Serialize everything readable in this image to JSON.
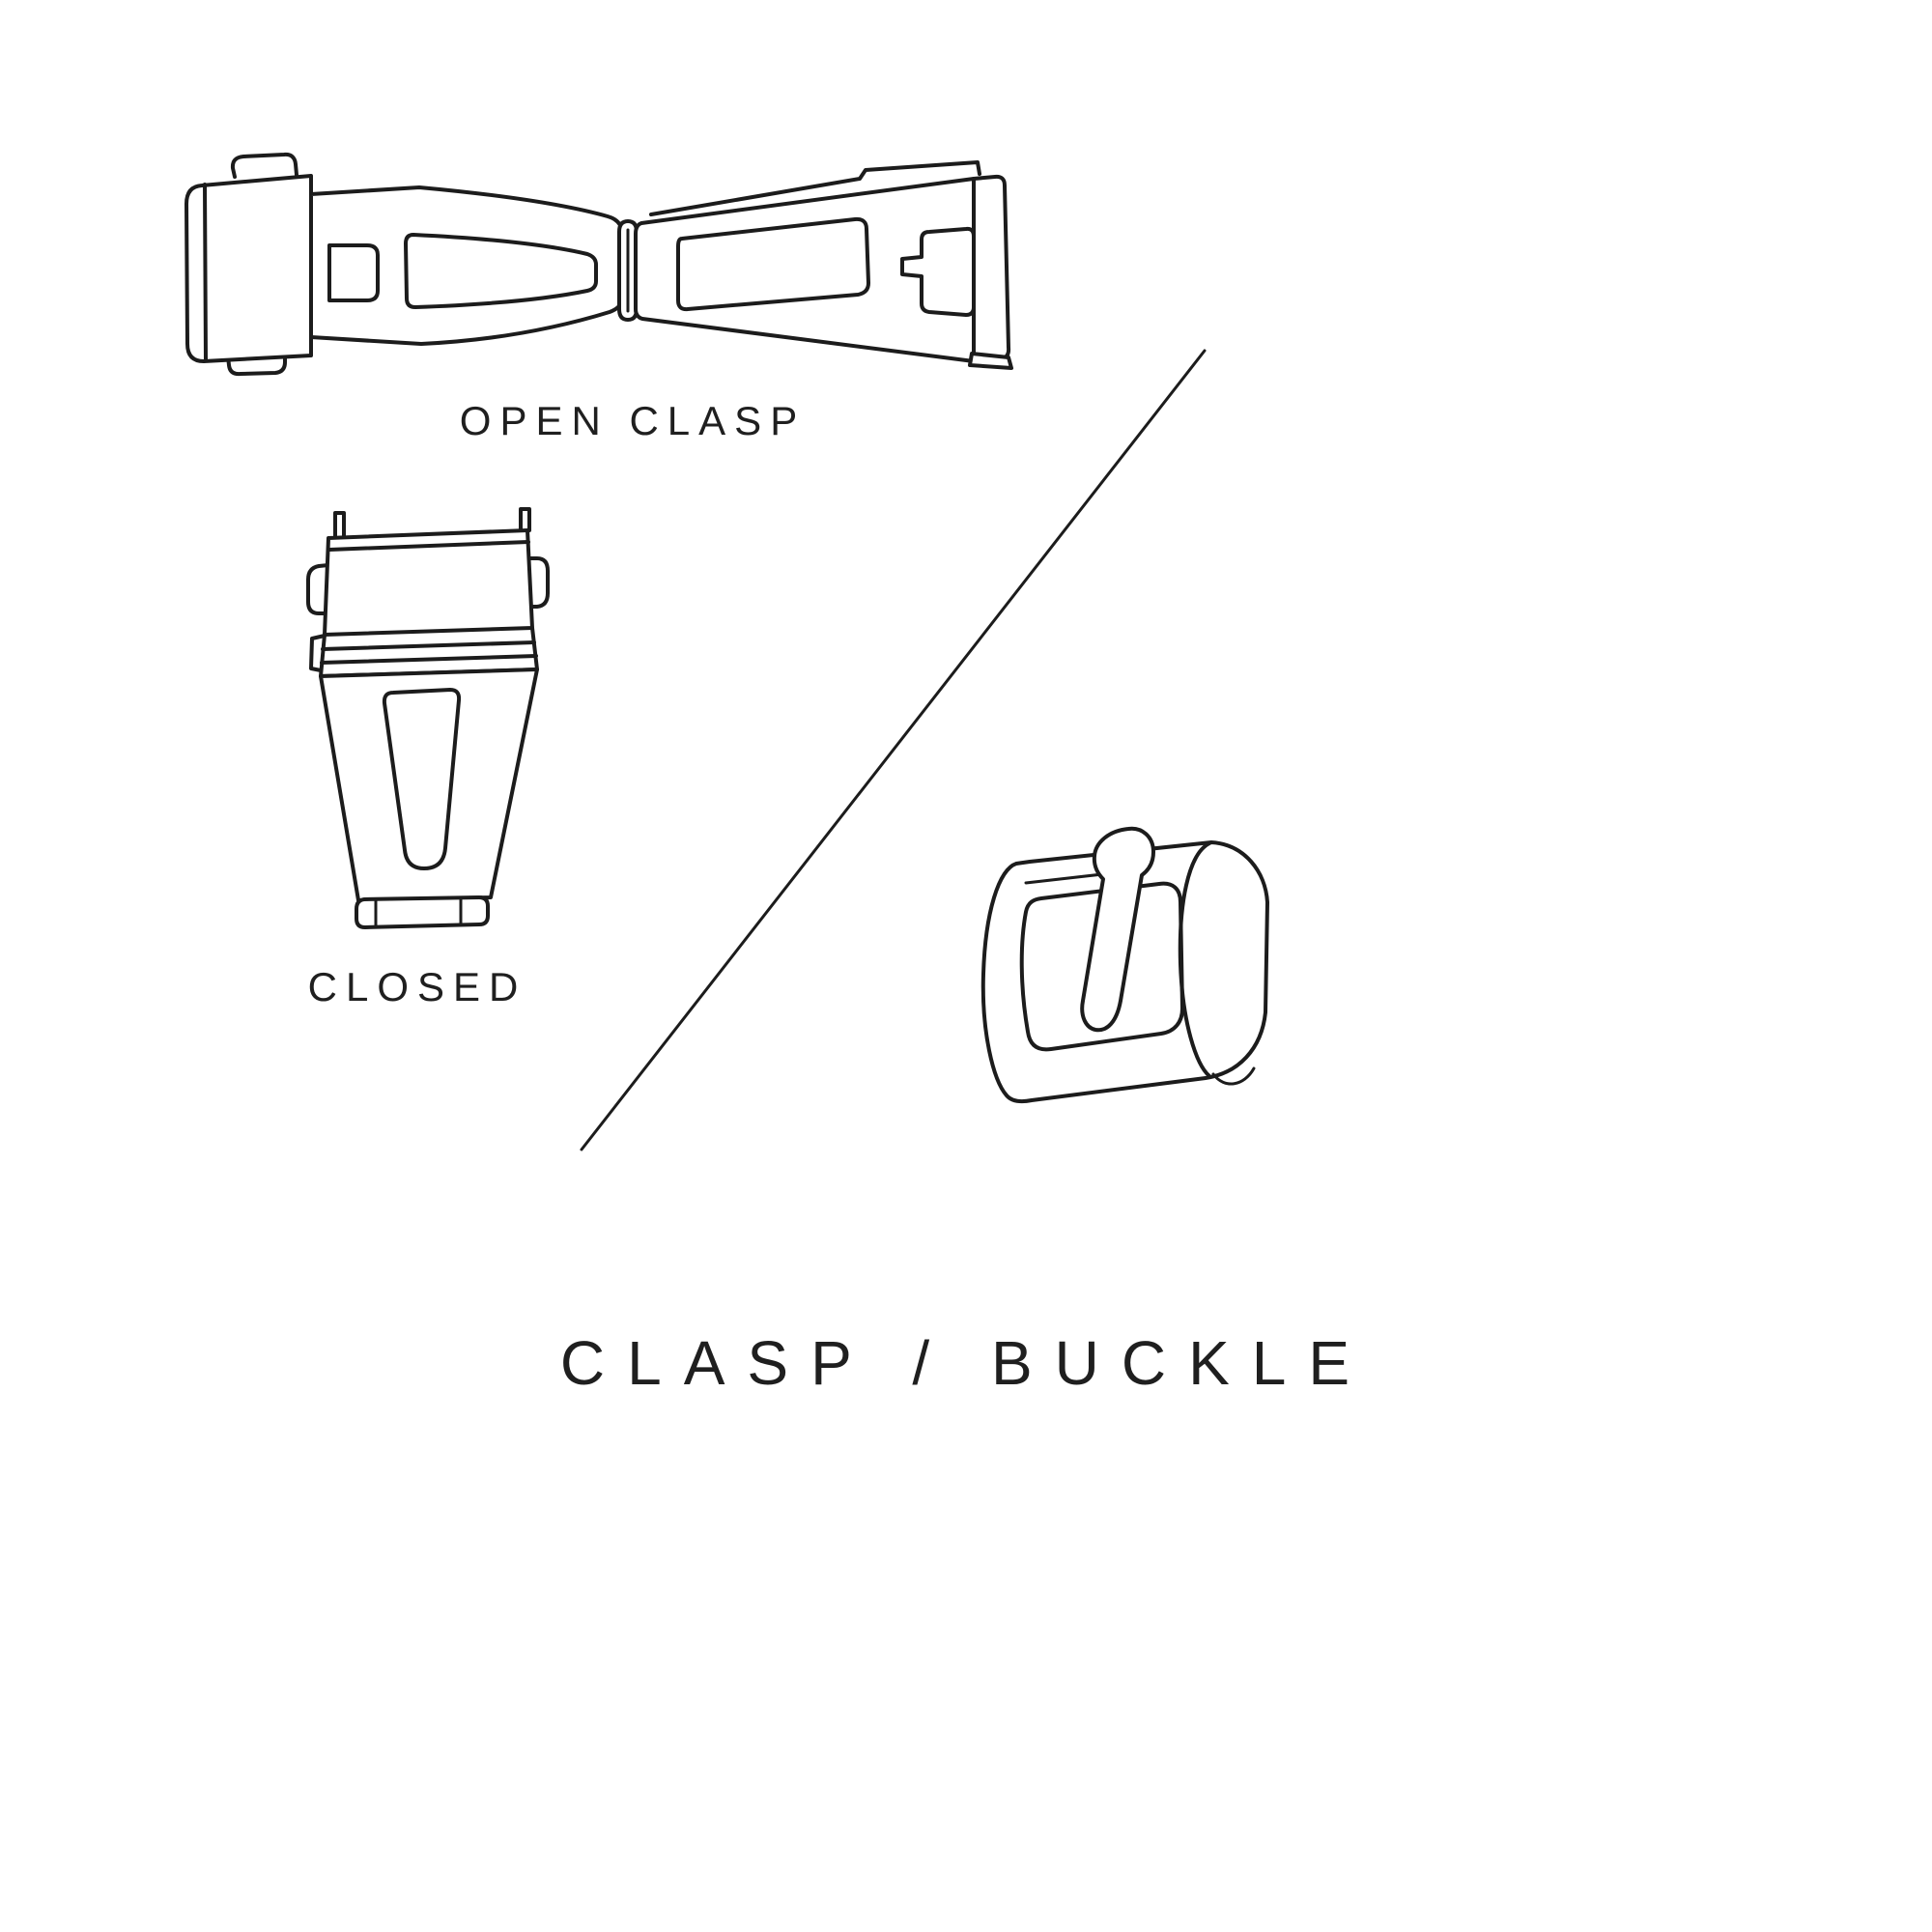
{
  "labels": {
    "open_clasp": "OPEN CLASP",
    "closed": "CLOSED",
    "title": "CLASP / BUCKLE"
  },
  "colors": {
    "background": "#ffffff",
    "line": "#1c1c1c",
    "text": "#1f1f1f"
  },
  "figures": [
    "open-clasp-illustration",
    "closed-clasp-illustration",
    "buckle-illustration",
    "diagonal-divider-line"
  ]
}
